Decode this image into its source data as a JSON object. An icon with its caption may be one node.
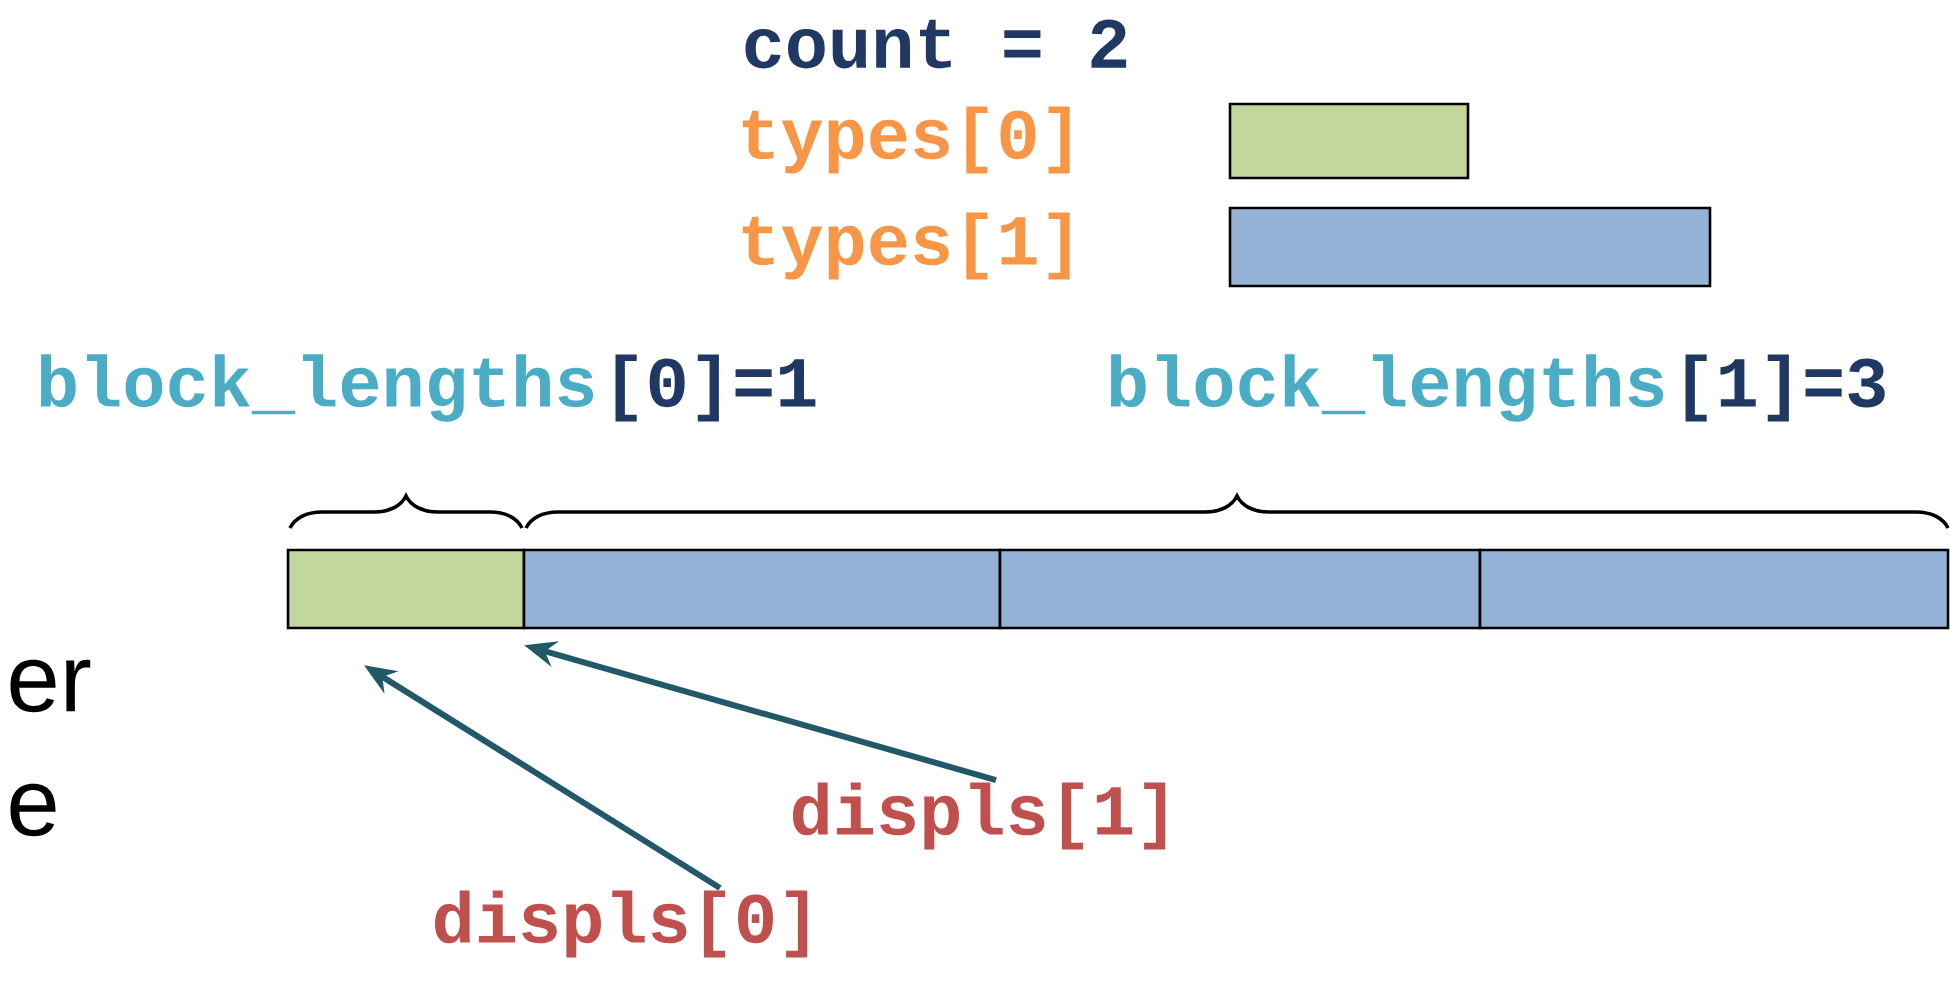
{
  "diagram": {
    "nodes": [
      {
        "text": [
          "displs[0]"
        ]
      },
      {
        "text": [
          "displs[1]"
        ]
      },
      {
        "text": [],
        "shape": "box"
      },
      {
        "text": [],
        "shape": "box"
      },
      {
        "text": [],
        "shape": "box"
      },
      {
        "text": [],
        "shape": "box"
      },
      {
        "text": [],
        "shape": "box"
      },
      {
        "text": [],
        "shape": "box"
      }
    ],
    "edges": [
      {
        "from": 0,
        "to": 2,
        "arrow": "to"
      },
      {
        "from": 1,
        "to": 3,
        "arrow": "to"
      }
    ],
    "labels": [
      "count = 2",
      "types[0]",
      "types[1]",
      "block_lengths",
      "[0]=1",
      "block_lengths",
      "[1]=3",
      "er",
      "e"
    ]
  }
}
